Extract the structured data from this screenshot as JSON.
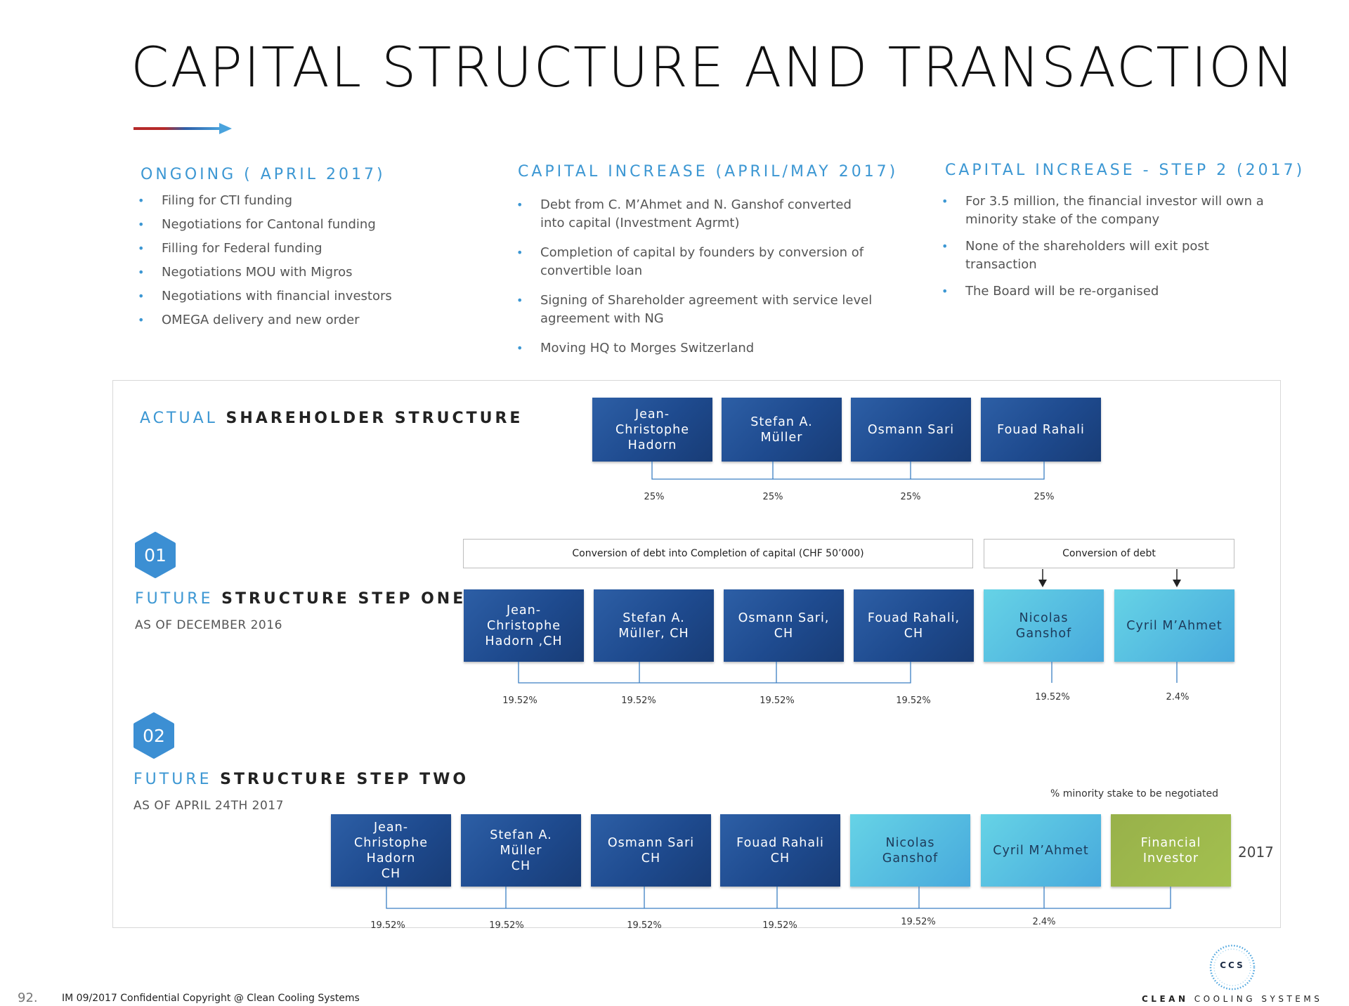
{
  "title": "CAPITAL STRUCTURE AND TRANSACTION",
  "colors": {
    "accent": "#3c97d3",
    "dark_box": "#1e4a8e",
    "light_box": "#47a9dc",
    "green_box": "#a3c04f",
    "arrow_red": "#b52a2a"
  },
  "columns": [
    {
      "heading": "ONGOING ( APRIL 2017)",
      "items": [
        "Filing for CTI funding",
        "Negotiations for Cantonal funding",
        "Filling for Federal funding",
        "Negotiations MOU with Migros",
        "Negotiations with financial investors",
        "OMEGA delivery and new order"
      ]
    },
    {
      "heading": "CAPITAL INCREASE (APRIL/MAY 2017)",
      "items": [
        "Debt from C. M’Ahmet and N. Ganshof converted into capital (Investment Agrmt)",
        "Completion of capital by founders by conversion of convertible loan",
        "Signing of Shareholder agreement with service level agreement with NG",
        "Moving HQ to Morges Switzerland"
      ]
    },
    {
      "heading": "CAPITAL INCREASE - STEP 2 (2017)",
      "items": [
        "For 3.5 million, the financial investor will own a minority stake of the company",
        "None of the shareholders will exit post transaction",
        "The Board will be re-organised"
      ]
    }
  ],
  "actual": {
    "heading_accent": "ACTUAL",
    "heading_rest": " SHAREHOLDER STRUCTURE",
    "boxes": [
      "Jean-\nChristophe\nHadorn",
      "Stefan A.\nMüller",
      "Osmann Sari",
      "Fouad Rahali"
    ],
    "percents": [
      "25%",
      "25%",
      "25%",
      "25%"
    ]
  },
  "step1": {
    "badge": "01",
    "heading_accent": "FUTURE",
    "heading_rest": " STRUCTURE STEP ONE",
    "subtitle": "AS OF DECEMBER 2016",
    "banner_left": "Conversion of debt into Completion of capital (CHF 50’000)",
    "banner_right": "Conversion of debt",
    "boxes": [
      "Jean-\nChristophe\nHadorn ,CH",
      "Stefan A.\nMüller, CH",
      "Osmann Sari,\nCH",
      "Fouad Rahali,\nCH",
      "Nicolas\nGanshof",
      "Cyril M’Ahmet"
    ],
    "percents": [
      "19.52%",
      "19.52%",
      "19.52%",
      "19.52%",
      "19.52%",
      "2.4%"
    ]
  },
  "step2": {
    "badge": "02",
    "heading_accent": "FUTURE",
    "heading_rest": " STRUCTURE STEP TWO",
    "subtitle": "AS OF APRIL 24TH 2017",
    "note": "% minority stake to be negotiated",
    "year": "2017",
    "boxes": [
      "Jean-\nChristophe\nHadorn\nCH",
      "Stefan A.\nMüller\nCH",
      "Osmann Sari\nCH",
      "Fouad Rahali\nCH",
      "Nicolas\nGanshof",
      "Cyril M’Ahmet",
      "Financial\nInvestor"
    ],
    "percents": [
      "19.52%",
      "19.52%",
      "19.52%",
      "19.52%",
      "19.52%",
      "2.4%"
    ]
  },
  "footer": {
    "page_number": "92.",
    "text": "IM 09/2017 Confidential Copyright @ Clean Cooling Systems",
    "logo_mark": "CCS",
    "logo_bold": "CLEAN",
    "logo_rest": " COOLING SYSTEMS"
  }
}
